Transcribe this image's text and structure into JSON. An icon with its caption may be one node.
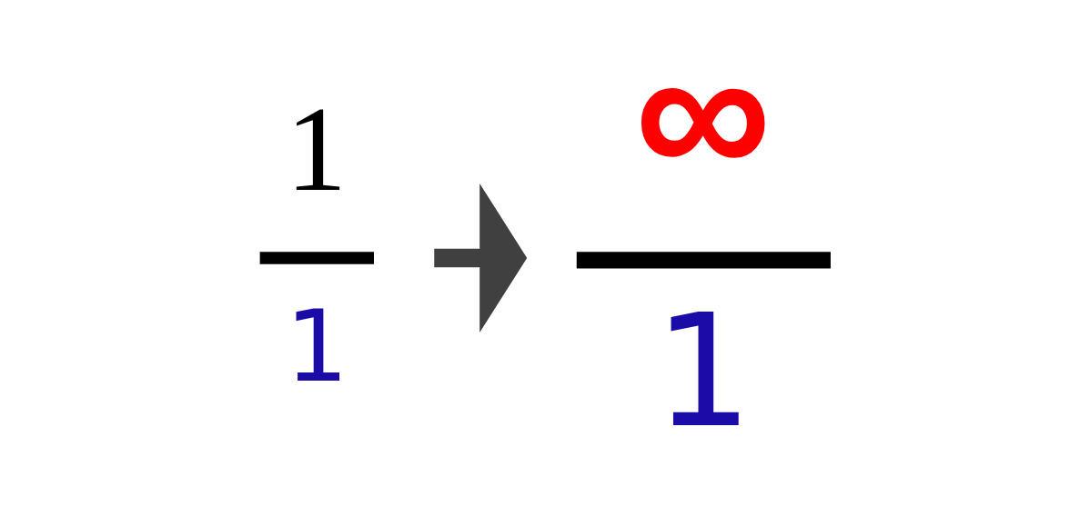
{
  "diagram": {
    "nodes": [
      {
        "text": [
          "1",
          "1"
        ]
      },
      {
        "text": [
          "∞",
          "1"
        ]
      }
    ],
    "edges": [
      {
        "from": 0,
        "to": 1,
        "arrow": "to"
      }
    ]
  }
}
